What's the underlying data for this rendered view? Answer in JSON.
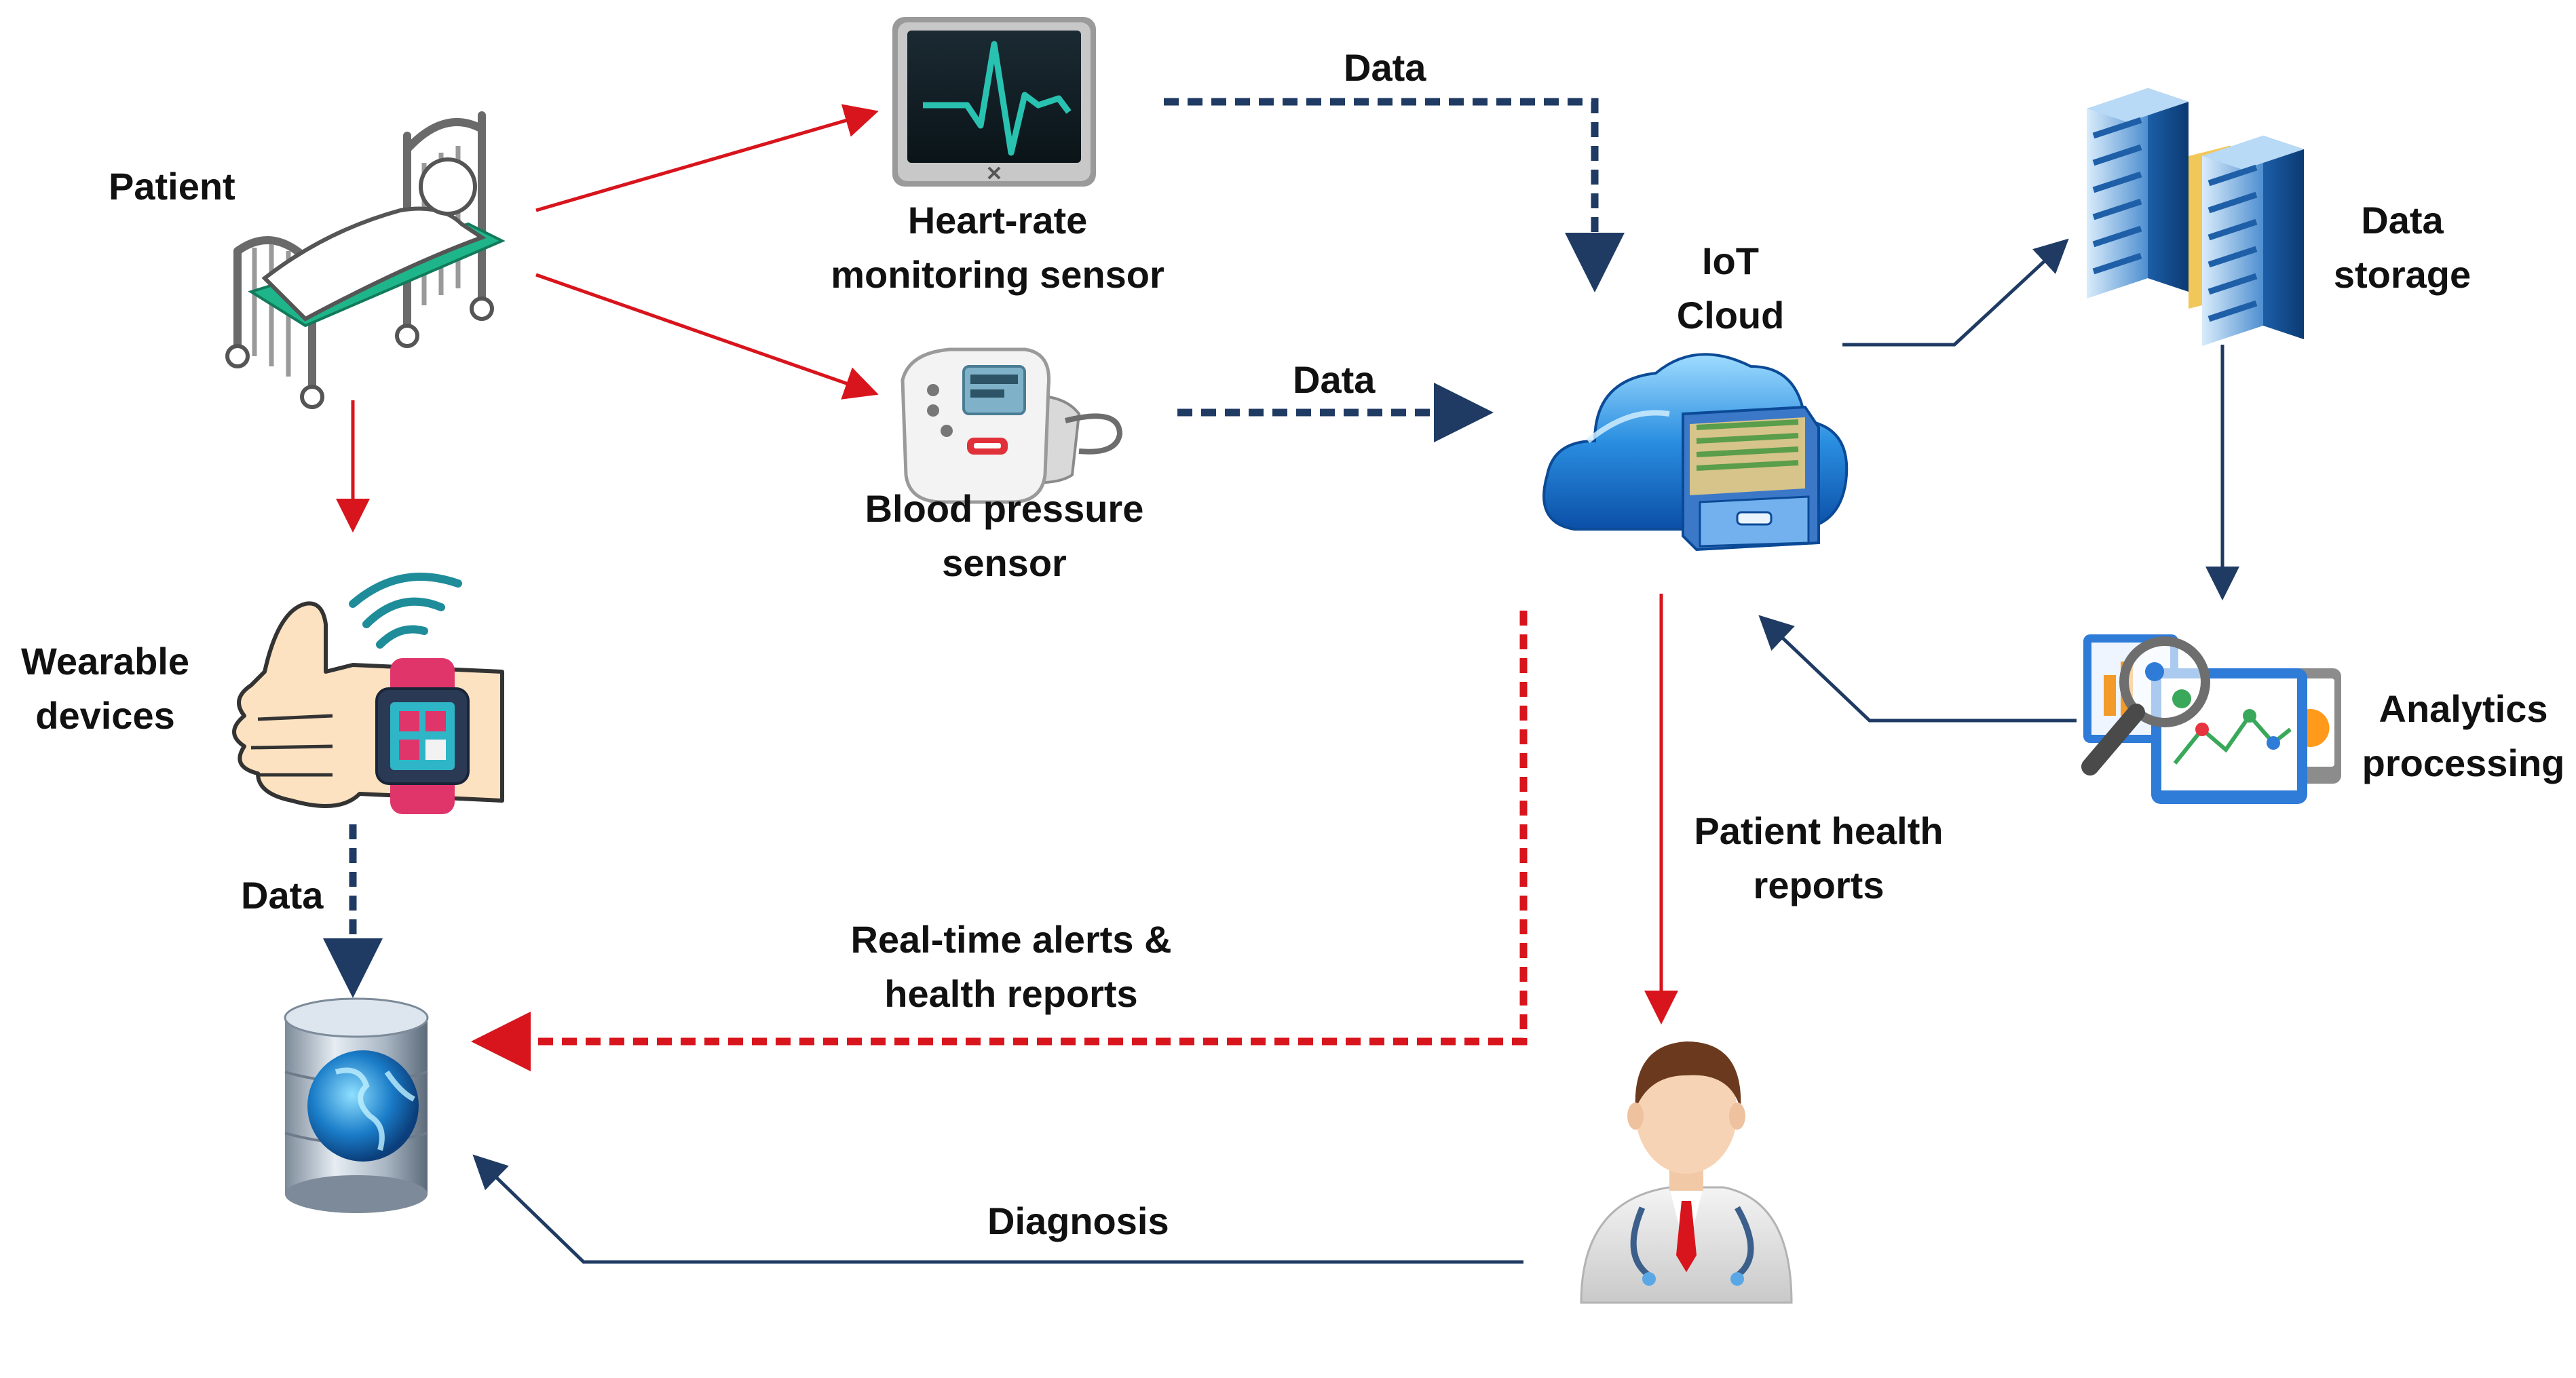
{
  "labels": {
    "patient": "Patient",
    "heart_rate_sensor": [
      "Heart-rate",
      "monitoring sensor"
    ],
    "blood_pressure_sensor": [
      "Blood pressure",
      "sensor"
    ],
    "iot_cloud": [
      "IoT",
      "Cloud"
    ],
    "data_storage": [
      "Data",
      "storage"
    ],
    "analytics_processing": [
      "Analytics",
      "processing"
    ],
    "wearable_devices": [
      "Wearable",
      "devices"
    ],
    "patient_health_reports": [
      "Patient health",
      "reports"
    ],
    "realtime_alerts": [
      "Real-time alerts &",
      "health reports"
    ],
    "diagnosis": "Diagnosis",
    "data_top": "Data",
    "data_middle": "Data",
    "data_left": "Data"
  },
  "icons": {
    "patient": "hospital-bed-icon",
    "heart_rate_sensor": "heart-monitor-icon",
    "blood_pressure_sensor": "blood-pressure-monitor-icon",
    "iot_cloud": "cloud-file-cabinet-icon",
    "data_storage": "server-racks-icon",
    "analytics_processing": "analytics-dashboard-icon",
    "wearable_devices": "smartwatch-wrist-icon",
    "database": "globe-database-icon",
    "doctor": "doctor-avatar-icon"
  },
  "colors": {
    "red_flow": "#d8141c",
    "blue_flow": "#1f3b63",
    "text": "#111111"
  }
}
